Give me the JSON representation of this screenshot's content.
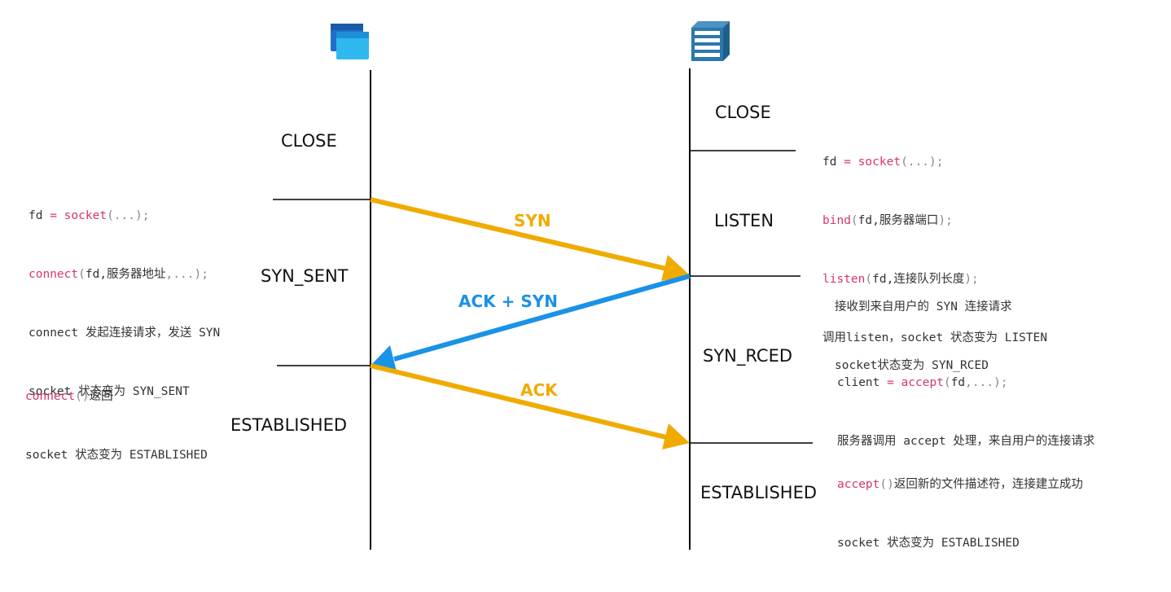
{
  "colors": {
    "syn": "#f0ab00",
    "ack_syn": "#1a92e6",
    "ack": "#f0ab00",
    "keyword": "#d6366b",
    "line": "#000000"
  },
  "icons": {
    "client": "application-window-icon",
    "server": "server-rack-icon"
  },
  "client_states": {
    "close": "CLOSE",
    "syn_sent": "SYN_SENT",
    "established": "ESTABLISHED"
  },
  "server_states": {
    "close": "CLOSE",
    "listen": "LISTEN",
    "syn_rced": "SYN_RCED",
    "established": "ESTABLISHED"
  },
  "messages": {
    "syn": "SYN",
    "ack_syn": "ACK + SYN",
    "ack": "ACK"
  },
  "client_note1": {
    "l1": {
      "a": "fd ",
      "b": "= ",
      "c": "socket",
      "d": "(...);"
    },
    "l2": {
      "a": "connect",
      "b": "(",
      "c": "fd",
      "d": ",服务器地址",
      "e": ",...);"
    },
    "l3": "connect 发起连接请求，发送 SYN",
    "l4": "socket 状态变为 SYN_SENT"
  },
  "client_note2": {
    "l1": {
      "a": "connect",
      "b": "()",
      "c": "返回"
    },
    "l2": "socket 状态变为 ESTABLISHED"
  },
  "server_note1": {
    "l1": {
      "a": "fd ",
      "b": "= ",
      "c": "socket",
      "d": "(...);"
    },
    "l2": {
      "a": "bind",
      "b": "(",
      "c": "fd",
      "d": ",服务器端口",
      "e": ");"
    },
    "l3": {
      "a": "listen",
      "b": "(",
      "c": "fd",
      "d": ",连接队列长度",
      "e": ");"
    },
    "l4": "调用listen，socket 状态变为 LISTEN"
  },
  "server_note2": {
    "l1": "接收到来自用户的 SYN 连接请求",
    "l2": "socket状态变为 SYN_RCED"
  },
  "server_note3": {
    "l1": {
      "a": "client ",
      "b": "= ",
      "c": "accept",
      "d": "(",
      "e": "fd",
      "f": ",...);"
    },
    "l2": "服务器调用 accept 处理，来自用户的连接请求"
  },
  "server_note4": {
    "l1": {
      "a": "accept",
      "b": "()",
      "c": "返回新的文件描述符，连接建立成功"
    },
    "l2": "socket 状态变为 ESTABLISHED"
  }
}
